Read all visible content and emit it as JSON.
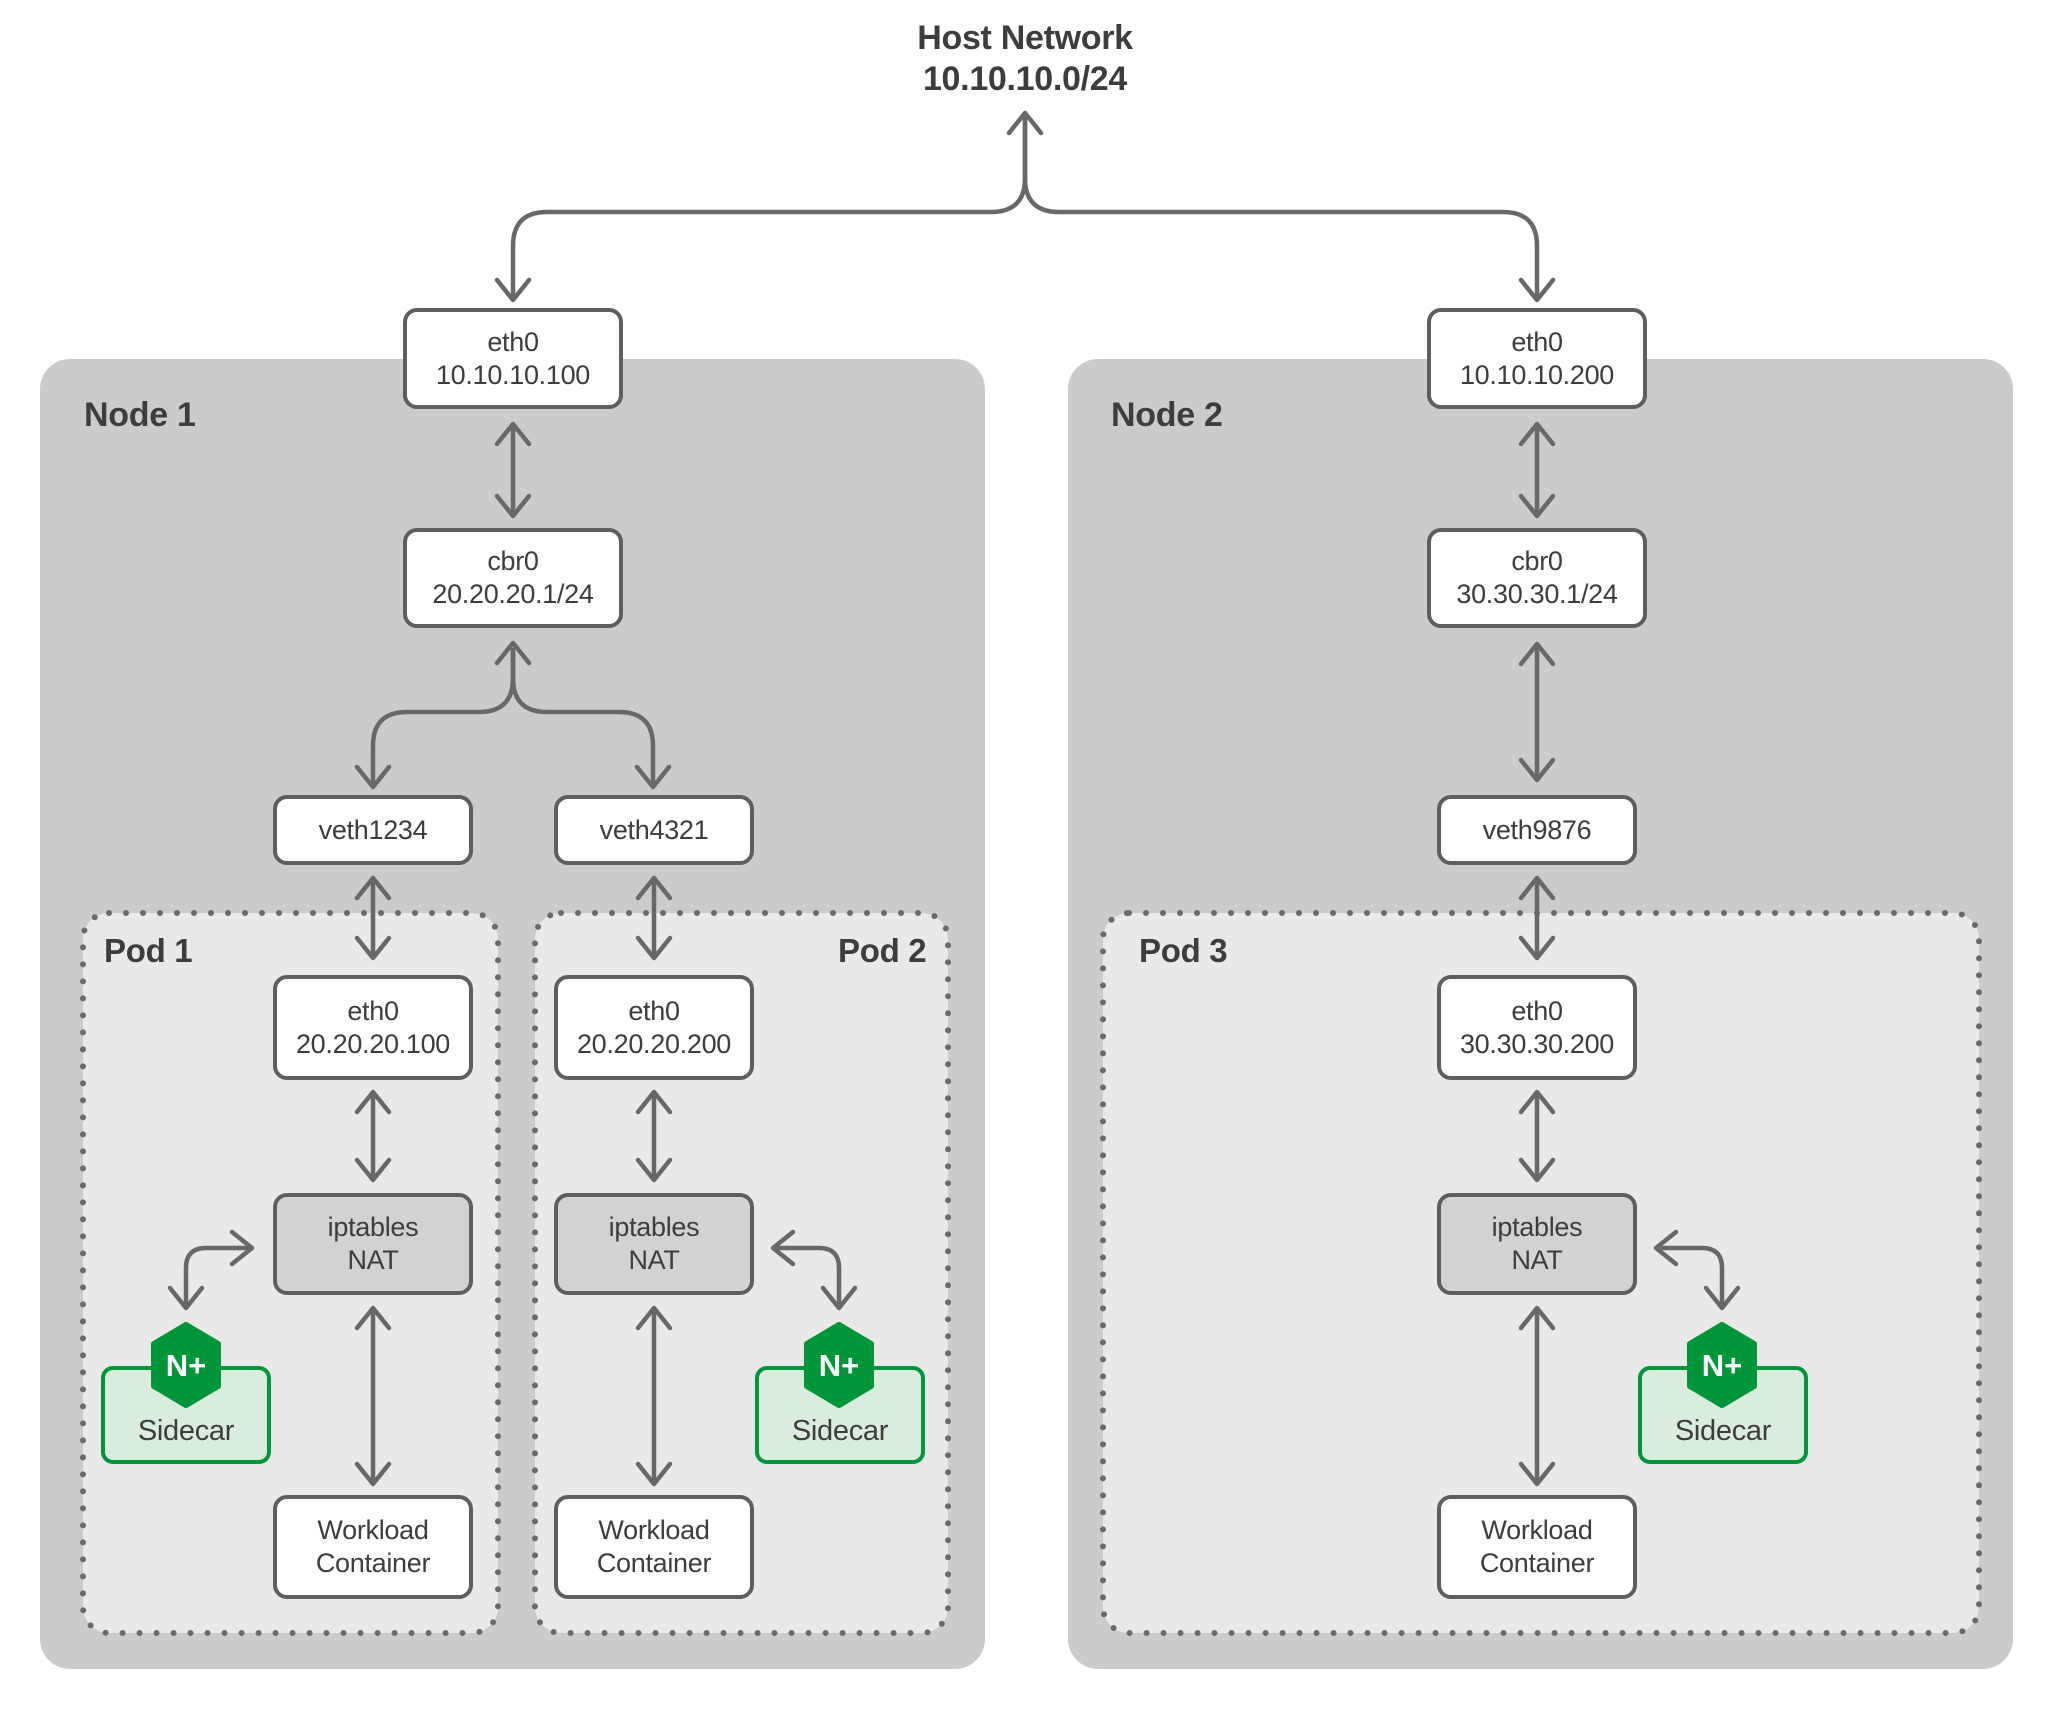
{
  "host_network": {
    "title": "Host Network",
    "subnet": "10.10.10.0/24"
  },
  "nodes": [
    {
      "label": "Node 1",
      "host_eth": {
        "name": "eth0",
        "address": "10.10.10.100"
      },
      "bridge": {
        "name": "cbr0",
        "address": "20.20.20.1/24"
      },
      "veths": [
        {
          "name": "veth1234"
        },
        {
          "name": "veth4321"
        }
      ]
    },
    {
      "label": "Node 2",
      "host_eth": {
        "name": "eth0",
        "address": "10.10.10.200"
      },
      "bridge": {
        "name": "cbr0",
        "address": "30.30.30.1/24"
      },
      "veths": [
        {
          "name": "veth9876"
        }
      ]
    }
  ],
  "pods": [
    {
      "label": "Pod 1",
      "eth": {
        "name": "eth0",
        "address": "20.20.20.100"
      },
      "nat": {
        "line1": "iptables",
        "line2": "NAT"
      },
      "sidecar": {
        "logo": "N+",
        "label": "Sidecar"
      },
      "workload": {
        "line1": "Workload",
        "line2": "Container"
      }
    },
    {
      "label": "Pod 2",
      "eth": {
        "name": "eth0",
        "address": "20.20.20.200"
      },
      "nat": {
        "line1": "iptables",
        "line2": "NAT"
      },
      "sidecar": {
        "logo": "N+",
        "label": "Sidecar"
      },
      "workload": {
        "line1": "Workload",
        "line2": "Container"
      }
    },
    {
      "label": "Pod 3",
      "eth": {
        "name": "eth0",
        "address": "30.30.30.200"
      },
      "nat": {
        "line1": "iptables",
        "line2": "NAT"
      },
      "sidecar": {
        "logo": "N+",
        "label": "Sidecar"
      },
      "workload": {
        "line1": "Workload",
        "line2": "Container"
      }
    }
  ],
  "colors": {
    "nginx_green": "#009639",
    "sidecar_fill": "#d9ecde",
    "node_fill": "#cbcbcb",
    "pod_fill": "#e9e9e9",
    "nat_fill": "#d2d2d2",
    "box_border": "#5e5e5e",
    "arrow": "#686868",
    "text": "#3d3d3d"
  }
}
